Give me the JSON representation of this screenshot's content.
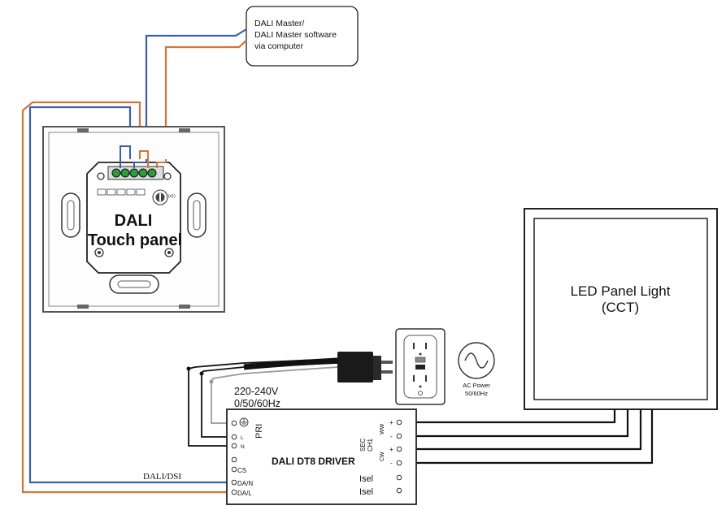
{
  "master_box": {
    "line1": "DALI Master/",
    "line2": "DALI Master software",
    "line3": "via computer"
  },
  "touch_panel": {
    "line1": "DALI",
    "line2": "Touch panel",
    "addr_label": "(x1)"
  },
  "led_panel": {
    "line1": "LED Panel Light",
    "line2": "(CCT)"
  },
  "ac_power": {
    "line1": "AC Power",
    "line2": "50/60Hz"
  },
  "mains": {
    "voltage": "220-240V",
    "freq": "0/50/60Hz"
  },
  "driver": {
    "title": "DALI DT8 DRIVER",
    "pri": "PRI",
    "sec": "SEC",
    "ch1": "CH1",
    "ww": "WW",
    "cw": "CW",
    "plus": "+",
    "minus": "-",
    "cs": "CS",
    "dan": "DA/N",
    "dal": "DA/L",
    "isel1": "Isel",
    "isel2": "Isel",
    "l_pin": "L",
    "n_pin": "N"
  },
  "bus_label": "DALI/DSI",
  "colors": {
    "blue_wire": "#3c5fa8",
    "orange_wire": "#d2743c",
    "black_wire": "#111111",
    "grey_wire": "#9a9a9a",
    "terminal_green": "#2e9a3e"
  }
}
